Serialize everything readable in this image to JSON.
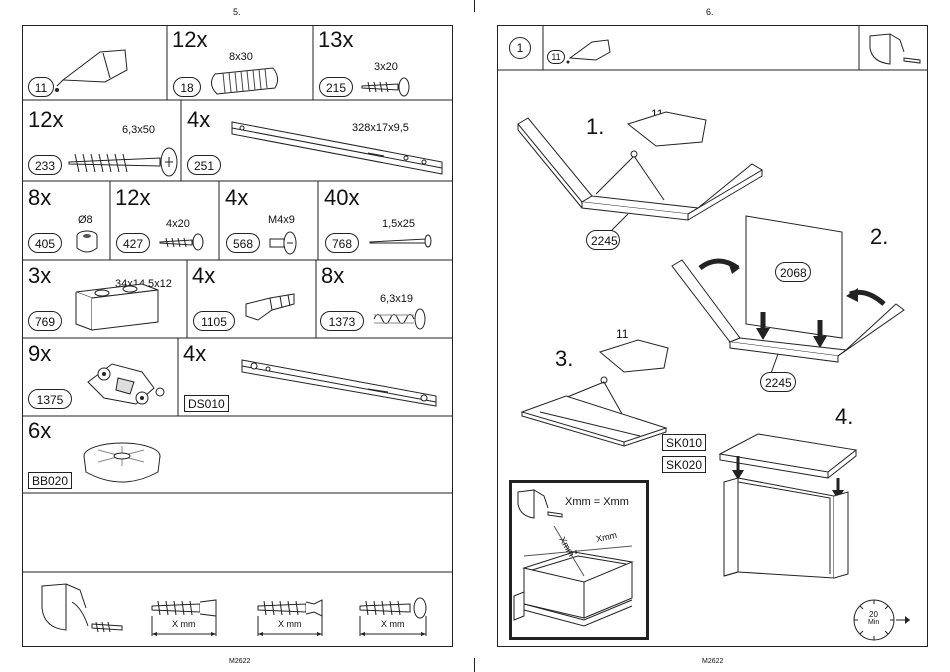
{
  "left_page": {
    "page_number": "5.",
    "footer": "M2622",
    "parts": [
      {
        "id": "glue",
        "qty": "",
        "code": "11",
        "dim": ""
      },
      {
        "id": "dowel",
        "qty": "12x",
        "code": "18",
        "dim": "8x30"
      },
      {
        "id": "screw-215",
        "qty": "13x",
        "code": "215",
        "dim": "3x20"
      },
      {
        "id": "confirmat",
        "qty": "12x",
        "code": "233",
        "dim": "6,3x50"
      },
      {
        "id": "rail",
        "qty": "4x",
        "code": "251",
        "dim": "328x17x9,5"
      },
      {
        "id": "cam",
        "qty": "8x",
        "code": "405",
        "dim": "Ø8"
      },
      {
        "id": "screw-427",
        "qty": "12x",
        "code": "427",
        "dim": "4x20"
      },
      {
        "id": "bolt",
        "qty": "4x",
        "code": "568",
        "dim": "M4x9"
      },
      {
        "id": "nail",
        "qty": "40x",
        "code": "768",
        "dim": "1,5x25"
      },
      {
        "id": "block",
        "qty": "3x",
        "code": "769",
        "dim": "34x14,5x12"
      },
      {
        "id": "shelf-support",
        "qty": "4x",
        "code": "1105",
        "dim": ""
      },
      {
        "id": "screw-1373",
        "qty": "8x",
        "code": "1373",
        "dim": "6,3x19"
      },
      {
        "id": "hinge",
        "qty": "9x",
        "code": "1375",
        "dim": ""
      },
      {
        "id": "drawer-rail",
        "qty": "4x",
        "code": "DS010",
        "dim": ""
      },
      {
        "id": "foot",
        "qty": "6x",
        "code": "BB020",
        "dim": ""
      }
    ],
    "screw_guide": {
      "label": "X mm"
    }
  },
  "right_page": {
    "page_number": "6.",
    "footer": "M2622",
    "header": {
      "step_code": "1",
      "glue_code": "11"
    },
    "steps": {
      "s1": {
        "num": "1.",
        "glue": "11",
        "part": "2245"
      },
      "s2": {
        "num": "2.",
        "panel": "2068",
        "part": "2245"
      },
      "s3": {
        "num": "3.",
        "glue": "11"
      },
      "s4": {
        "num": "4."
      }
    },
    "sk_labels": [
      "SK010",
      "SK020"
    ],
    "inset": {
      "equation": "Xmm = Xmm",
      "diag1": "Xmm",
      "diag2": "Xmm"
    },
    "timer": {
      "value": "20",
      "unit": "Min"
    }
  }
}
